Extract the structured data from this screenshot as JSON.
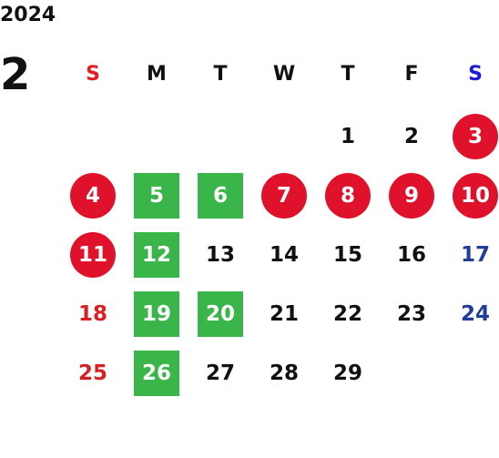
{
  "calendar": {
    "year": "2024",
    "month": "2",
    "weekdays": [
      "S",
      "M",
      "T",
      "W",
      "T",
      "F",
      "S"
    ],
    "first_weekday": 4,
    "days_in_month": 29,
    "red_days": [
      3,
      4,
      7,
      8,
      9,
      10,
      11
    ],
    "green_days": [
      5,
      6,
      12,
      19,
      20,
      26
    ],
    "colors": {
      "red_circle": "#e0112b",
      "green_square": "#3ab54a",
      "sunday_text": "#d92020",
      "saturday_text": "#1f3d99",
      "sunday_header": "#e02020",
      "saturday_header": "#1a1ad8"
    }
  }
}
